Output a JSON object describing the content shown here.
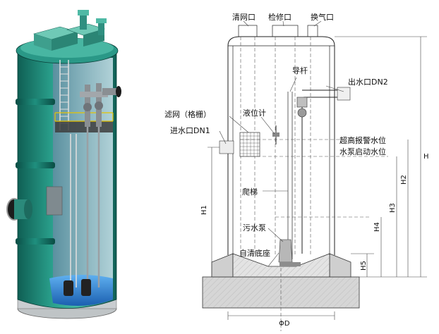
{
  "labels": {
    "screen_inlet": "清网口",
    "inspection_port": "检修口",
    "vent_port": "换气口",
    "guide_rod": "导杆",
    "outlet": "出水口DN2",
    "filter_screen": "滤网（格栅）",
    "level_gauge": "液位计",
    "inlet": "进水口DN1",
    "alarm_level": "超高报警水位",
    "pump_start_level": "水泵启动水位",
    "ladder": "爬梯",
    "sewage_pump": "污水泵",
    "self_clean_base": "自清底座"
  },
  "dimensions": {
    "H": "H",
    "H1": "H1",
    "H2": "H2",
    "H3": "H3",
    "H4": "H4",
    "H5": "H5",
    "D": "ΦD"
  },
  "colors": {
    "tank_body": "#1f8f7e",
    "tank_dark": "#12695c",
    "tank_light": "#3fb3a0",
    "base_fill": "#d9d9d9",
    "water": "#2a7fd6"
  }
}
